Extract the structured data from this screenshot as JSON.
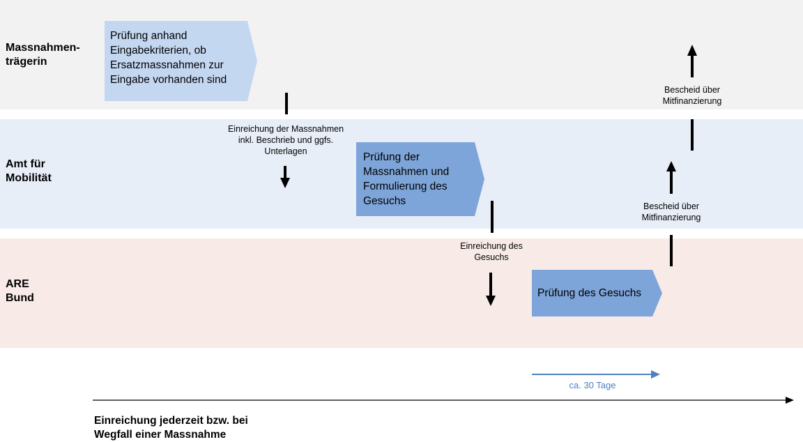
{
  "colors": {
    "lane1_bg": "#f2f2f2",
    "lane2_bg": "#e8eef8",
    "lane3_bg": "#f8ebe7",
    "chevron_light": "#c4d7f1",
    "chevron_mid": "#7ea5d9",
    "duration_blue": "#4f81bd",
    "arrow": "#000000"
  },
  "lanes": [
    {
      "label": "Massnahmen-\nträgerin"
    },
    {
      "label": "Amt für\nMobilität"
    },
    {
      "label": "ARE\nBund"
    }
  ],
  "steps": [
    {
      "text": "Prüfung anhand\nEingabekriterien, ob\nErsatzmassnahmen zur\nEingabe vorhanden sind"
    },
    {
      "text": "Prüfung der\nMassnahmen und\nFormulierung des\nGesuchs"
    },
    {
      "text": "Prüfung des Gesuchs"
    }
  ],
  "transitions": [
    {
      "text": "Einreichung der Massnahmen\ninkl. Beschrieb und ggfs.\nUnterlagen"
    },
    {
      "text": "Einreichung des\nGesuchs"
    },
    {
      "text": "Bescheid über\nMitfinanzierung"
    },
    {
      "text": "Bescheid über\nMitfinanzierung"
    }
  ],
  "duration": {
    "label": "ca. 30 Tage"
  },
  "timeline": {
    "caption": "Einreichung jederzeit bzw. bei\nWegfall einer Massnahme"
  }
}
